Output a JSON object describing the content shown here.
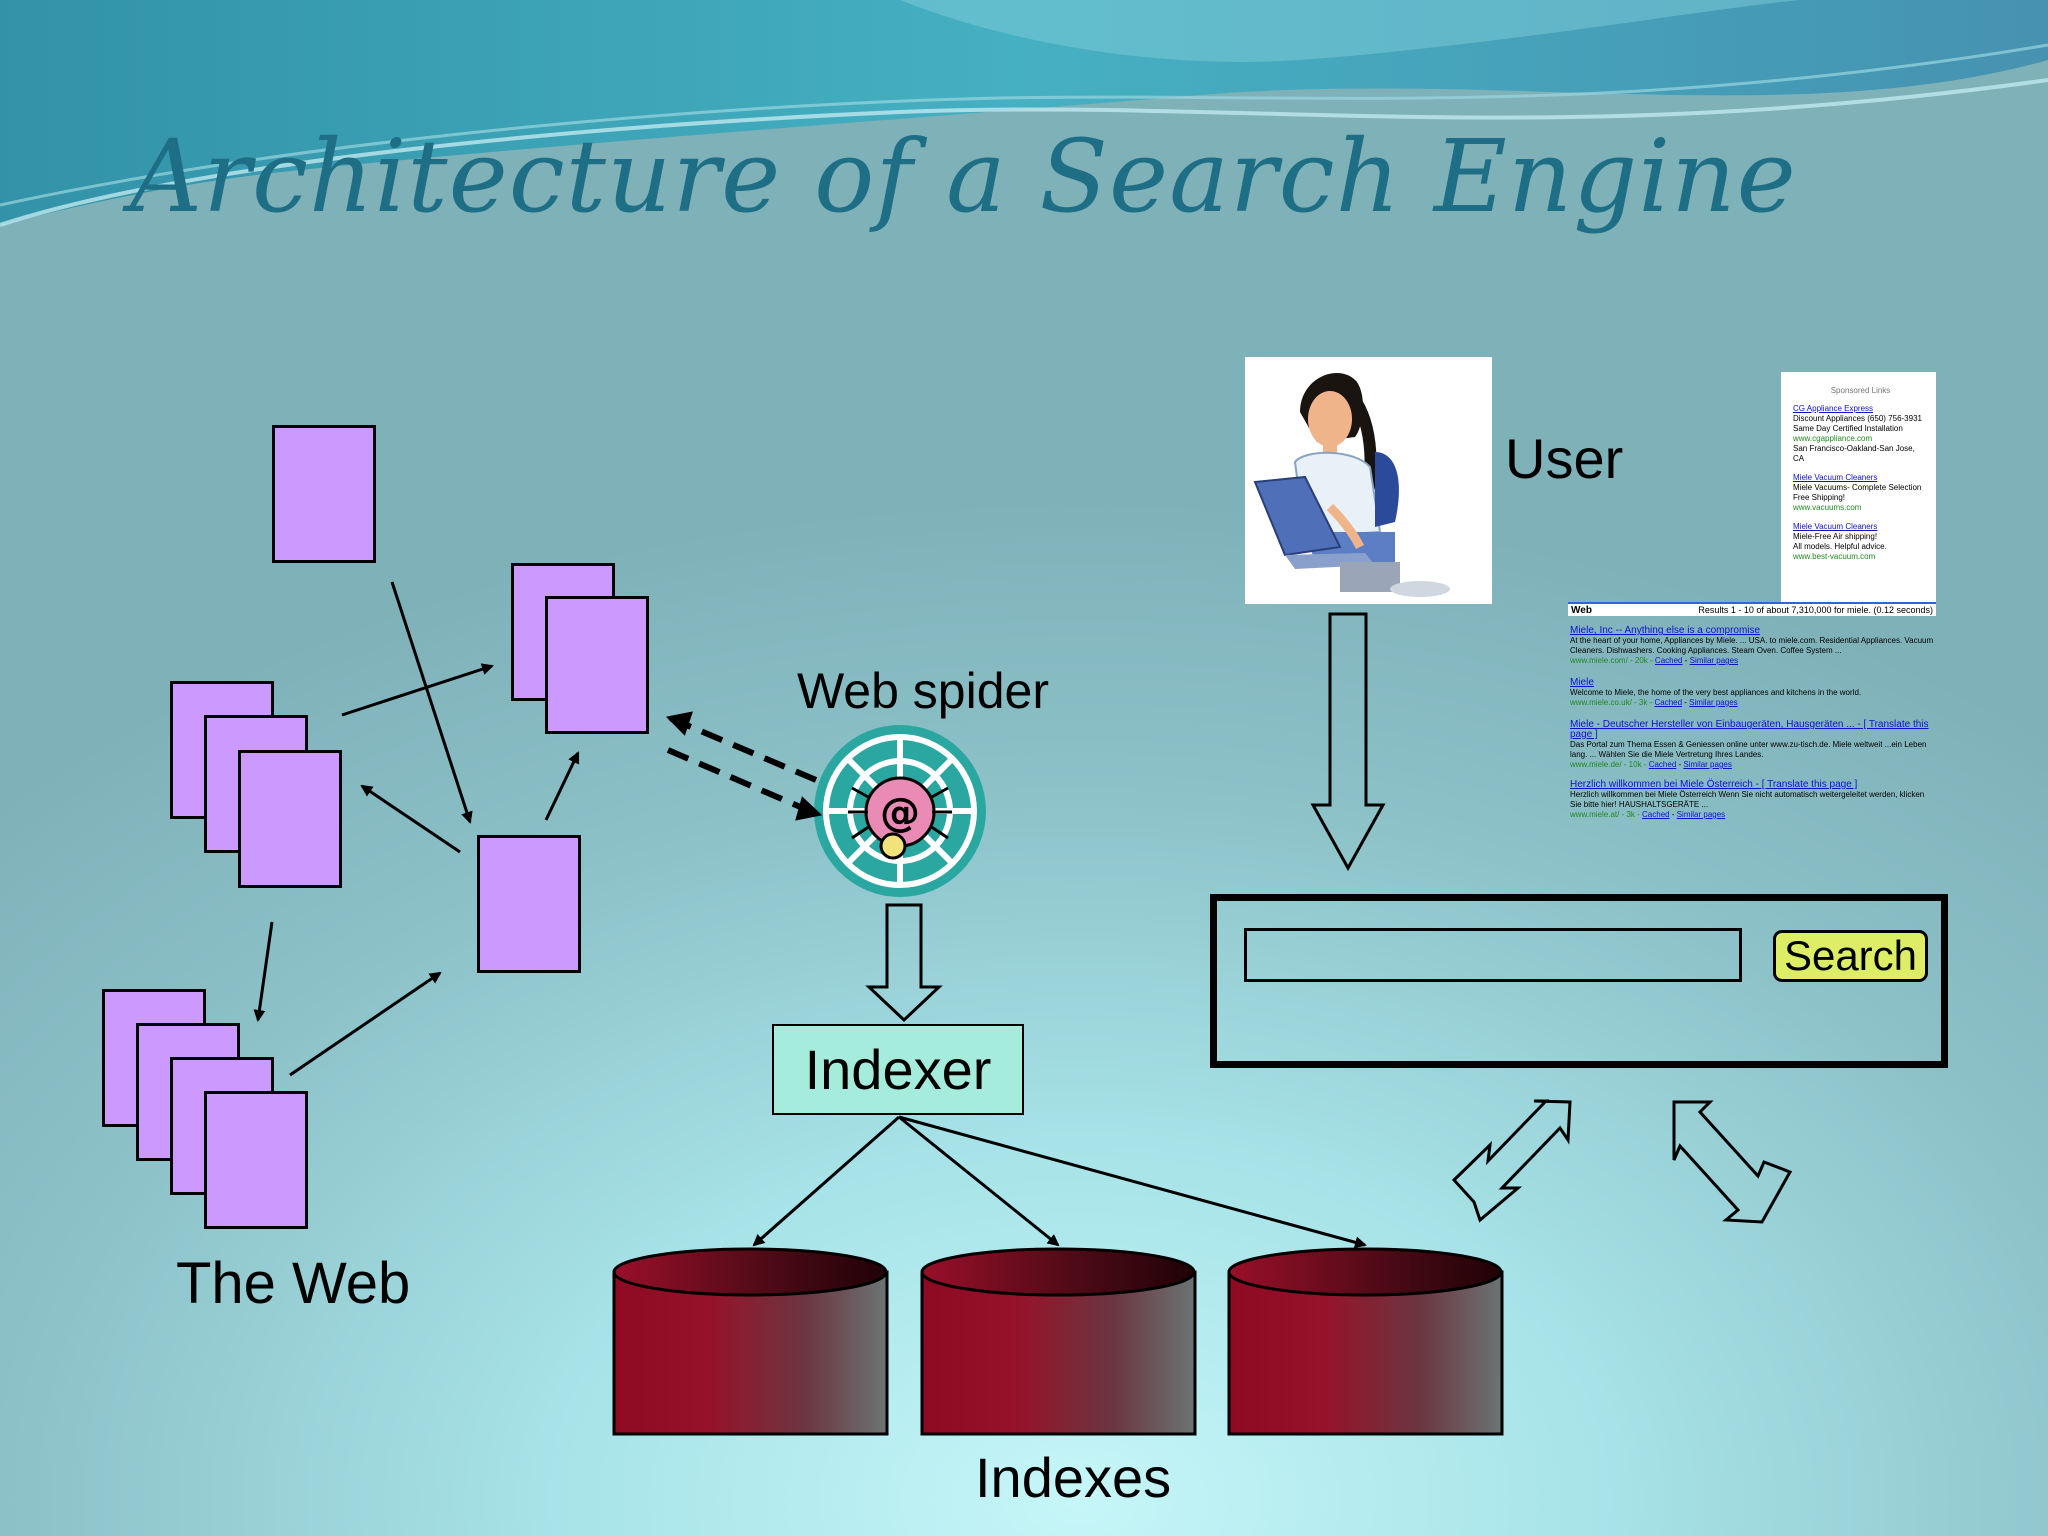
{
  "slide": {
    "title": "Architecture of a Search Engine",
    "labels": {
      "the_web": "The Web",
      "web_spider": "Web spider",
      "indexer": "Indexer",
      "indexes": "Indexes",
      "user": "User"
    },
    "search_button": "Search"
  },
  "results_page": {
    "sponsored_header": "Sponsored Links",
    "ads": [
      {
        "title": "CG Appliance Express",
        "lines": [
          "Discount Appliances (650) 756-3931",
          "Same Day Certified Installation"
        ],
        "url": "www.cgappliance.com",
        "extra": "San Francisco-Oakland-San Jose, CA"
      },
      {
        "title": "Miele Vacuum Cleaners",
        "lines": [
          "Miele Vacuums- Complete Selection",
          "Free Shipping!"
        ],
        "url": "www.vacuums.com",
        "extra": ""
      },
      {
        "title": "Miele Vacuum Cleaners",
        "lines": [
          "Miele-Free Air shipping!",
          "All models. Helpful advice."
        ],
        "url": "www.best-vacuum.com",
        "extra": ""
      }
    ],
    "web_label": "Web",
    "results_count": "Results 1 - 10 of about 7,310,000 for miele. (0.12 seconds)",
    "results": [
      {
        "title": "Miele, Inc -- Anything else is a compromise",
        "snippet": "At the heart of your home, Appliances by Miele. ... USA. to miele.com. Residential Appliances. Vacuum Cleaners. Dishwashers. Cooking Appliances. Steam Oven. Coffee System ...",
        "url": "www.miele.com/ - 20k -",
        "cached": "Cached",
        "similar": "Similar pages"
      },
      {
        "title": "Miele",
        "snippet": "Welcome to Miele, the home of the very best appliances and kitchens in the world.",
        "url": "www.miele.co.uk/ - 3k -",
        "cached": "Cached",
        "similar": "Similar pages"
      },
      {
        "title": "Miele - Deutscher Hersteller von Einbaugeräten, Hausgeräten ... - [ Translate this page ]",
        "snippet": "Das Portal zum Thema Essen & Geniessen online unter www.zu-tisch.de. Miele weltweit ...ein Leben lang. ... Wählen Sie die Miele Vertretung Ihres Landes.",
        "url": "www.miele.de/ - 10k -",
        "cached": "Cached",
        "similar": "Similar pages"
      },
      {
        "title": "Herzlich willkommen bei Miele Österreich - [ Translate this page ]",
        "snippet": "Herzlich willkommen bei Miele Österreich Wenn Sie nicht automatisch weitergeleitet werden, klicken Sie bitte hier! HAUSHALTSGERÄTE ...",
        "url": "www.miele.at/ - 3k -",
        "cached": "Cached",
        "similar": "Similar pages"
      }
    ]
  },
  "colors": {
    "page_fill": "#cc99ff",
    "indexer_fill": "#a6ecdd",
    "search_button_fill": "#ddee66",
    "cylinder_dark_red": "#8e0a22",
    "cylinder_gray": "#6b7474",
    "title_color": "#1e6e86"
  },
  "icons": [
    "spider-web-icon",
    "user-at-laptop-icon"
  ]
}
